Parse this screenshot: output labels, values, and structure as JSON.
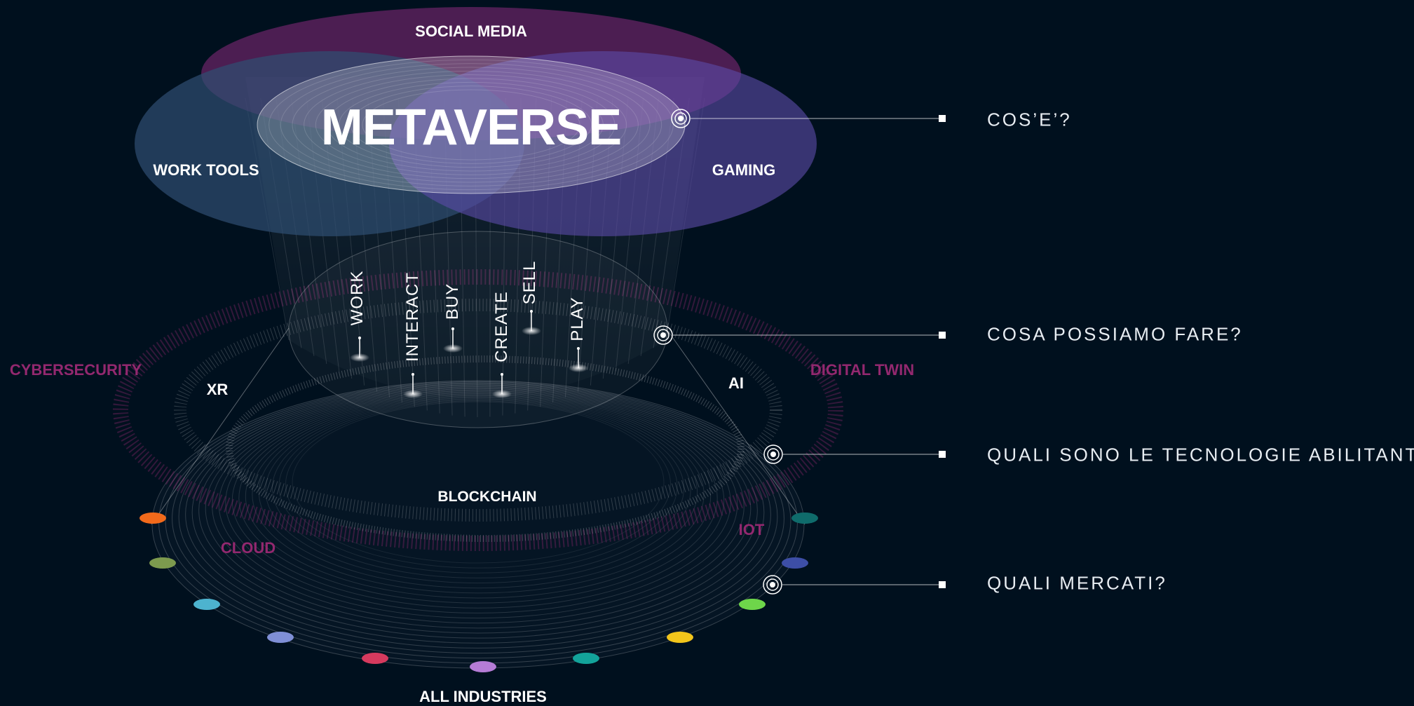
{
  "title": "METAVERSE",
  "top_layers": {
    "social_media": "SOCIAL MEDIA",
    "work_tools": "WORK TOOLS",
    "gaming": "GAMING"
  },
  "activities": [
    "WORK",
    "INTERACT",
    "BUY",
    "CREATE",
    "SELL",
    "PLAY"
  ],
  "technologies": {
    "cybersecurity": "CYBERSECURITY",
    "xr": "XR",
    "ai": "AI",
    "digital_twin": "DIGITAL TWIN",
    "blockchain": "BLOCKCHAIN",
    "cloud": "CLOUD",
    "iot": "IOT"
  },
  "base_label": "ALL INDUSTRIES",
  "questions": [
    "COS’E’?",
    "COSA POSSIAMO FARE?",
    "QUALI SONO LE TECNOLOGIE ABILITANTI?",
    "QUALI MERCATI?"
  ],
  "industry_dot_colors": [
    "#f26a1b",
    "#7d9a4e",
    "#4db3cf",
    "#7f8fd6",
    "#d63a5e",
    "#b57cd6",
    "#13a39a",
    "#f2c51b",
    "#6ed64a",
    "#3d4ea6",
    "#0f6b6b"
  ],
  "colors": {
    "background": "#00101e",
    "accent_magenta": "#93286f",
    "social_media": "#8a2a7d",
    "work_tools": "#2f4f72",
    "gaming": "#5a4aa6"
  }
}
